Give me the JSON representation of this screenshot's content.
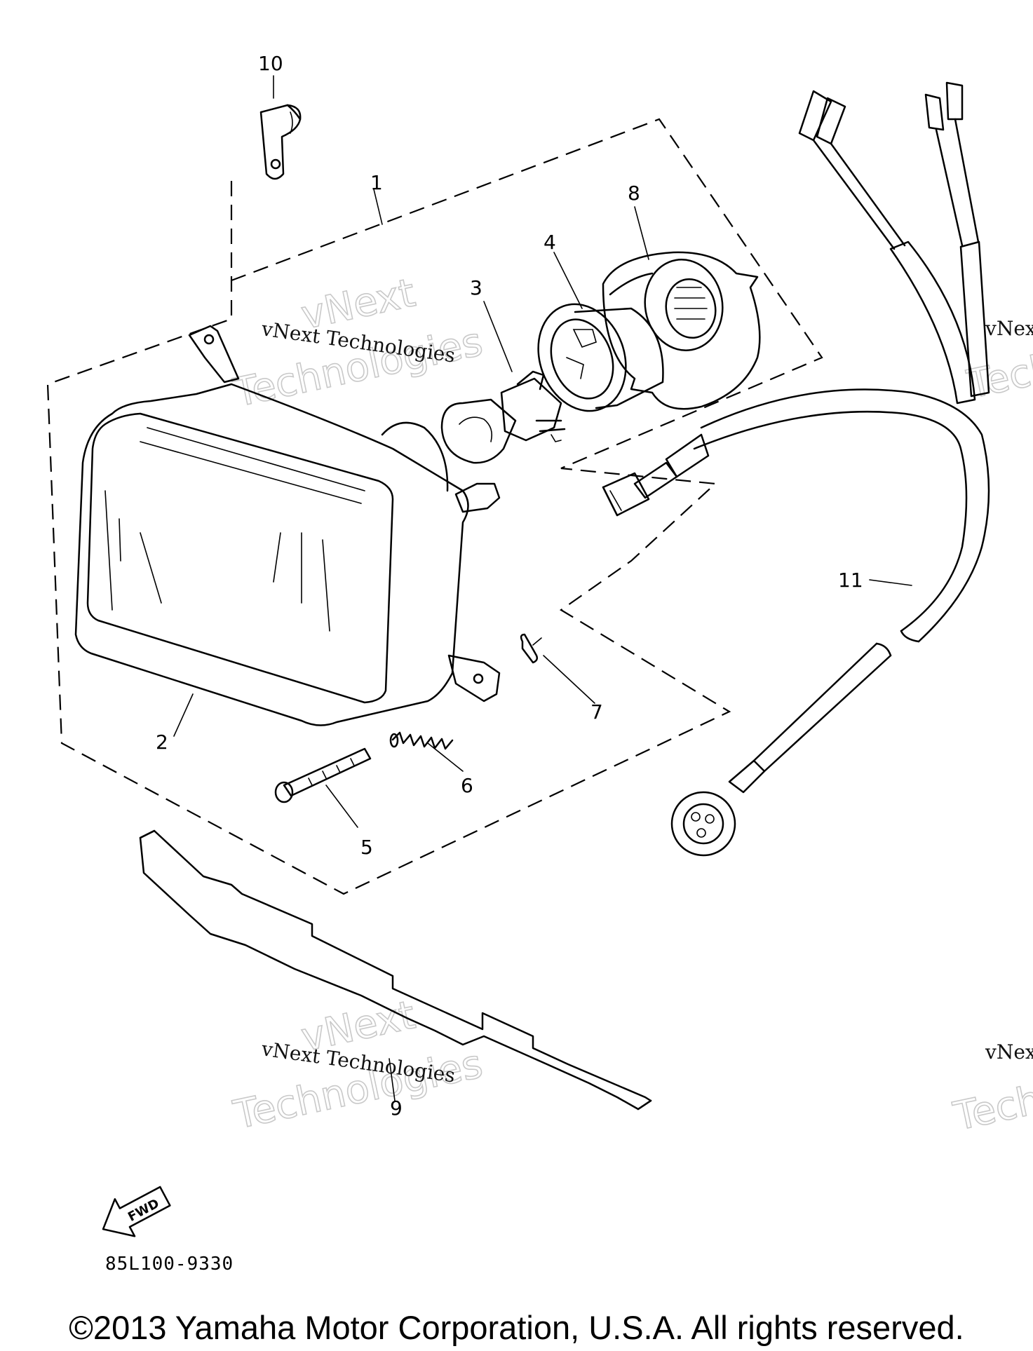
{
  "diagram": {
    "callouts": [
      {
        "id": "10",
        "label": "10"
      },
      {
        "id": "1",
        "label": "1"
      },
      {
        "id": "8",
        "label": "8"
      },
      {
        "id": "4",
        "label": "4"
      },
      {
        "id": "3",
        "label": "3"
      },
      {
        "id": "2",
        "label": "2"
      },
      {
        "id": "7",
        "label": "7"
      },
      {
        "id": "6",
        "label": "6"
      },
      {
        "id": "5",
        "label": "5"
      },
      {
        "id": "11",
        "label": "11"
      },
      {
        "id": "9",
        "label": "9"
      }
    ],
    "fwd_label": "FWD",
    "diagram_code": "85L100-9330"
  },
  "watermarks": {
    "small": "vNext Technologies",
    "small_cut": "vNex",
    "big_line1": "vNext",
    "big_line2": "Technologies",
    "big_cut": "Tech"
  },
  "footer": {
    "copyright": "©2013 Yamaha Motor Corporation, U.S.A. All rights reserved."
  }
}
